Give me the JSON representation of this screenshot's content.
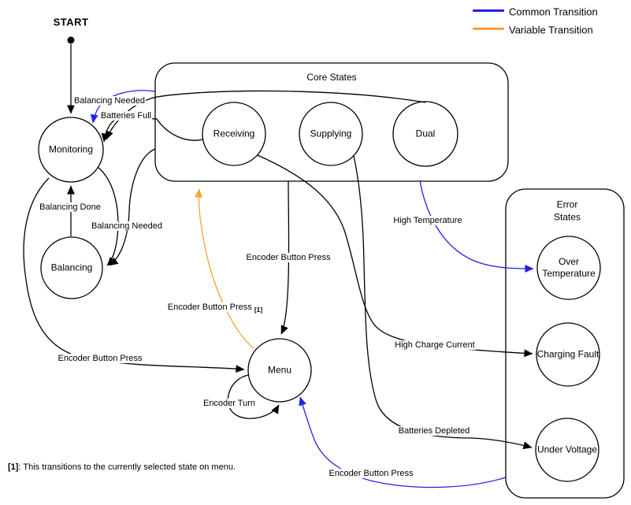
{
  "legend": {
    "common_label": "Common Transition",
    "variable_label": "Variable Transition",
    "common_color": "#2222e6",
    "variable_color": "#ff9d33"
  },
  "start_label": "START",
  "containers": {
    "core_title": "Core States",
    "error_title": "Error States"
  },
  "states": {
    "monitoring": "Monitoring",
    "balancing": "Balancing",
    "menu": "Menu",
    "receiving": "Receiving",
    "supplying": "Supplying",
    "dual": "Dual",
    "over_temperature": "Over Temperature",
    "charging_fault": "Charging Fault",
    "under_voltage": "Under Voltage"
  },
  "transitions": {
    "balancing_needed_core_to_monitoring": "Balancing Needed",
    "batteries_full": "Batteries Full",
    "balancing_done": "Balancing Done",
    "balancing_needed_to_balancing": "Balancing Needed",
    "encoder_button_press_core_to_menu": "Encoder Button Press",
    "encoder_button_press_menu_to_core": "Encoder Button Press",
    "menu_to_core_footnote_ref": "[1]",
    "high_temperature": "High Temperature",
    "high_charge_current": "High Charge Current",
    "batteries_depleted": "Batteries Depleted",
    "encoder_button_press_monitoring_to_menu": "Encoder Button Press",
    "encoder_turn": "Encoder Turn",
    "encoder_button_press_error_to_menu": "Encoder Button Press"
  },
  "footnote": {
    "marker": "[1]",
    "text": ": This transitions to the currently selected state on menu."
  }
}
